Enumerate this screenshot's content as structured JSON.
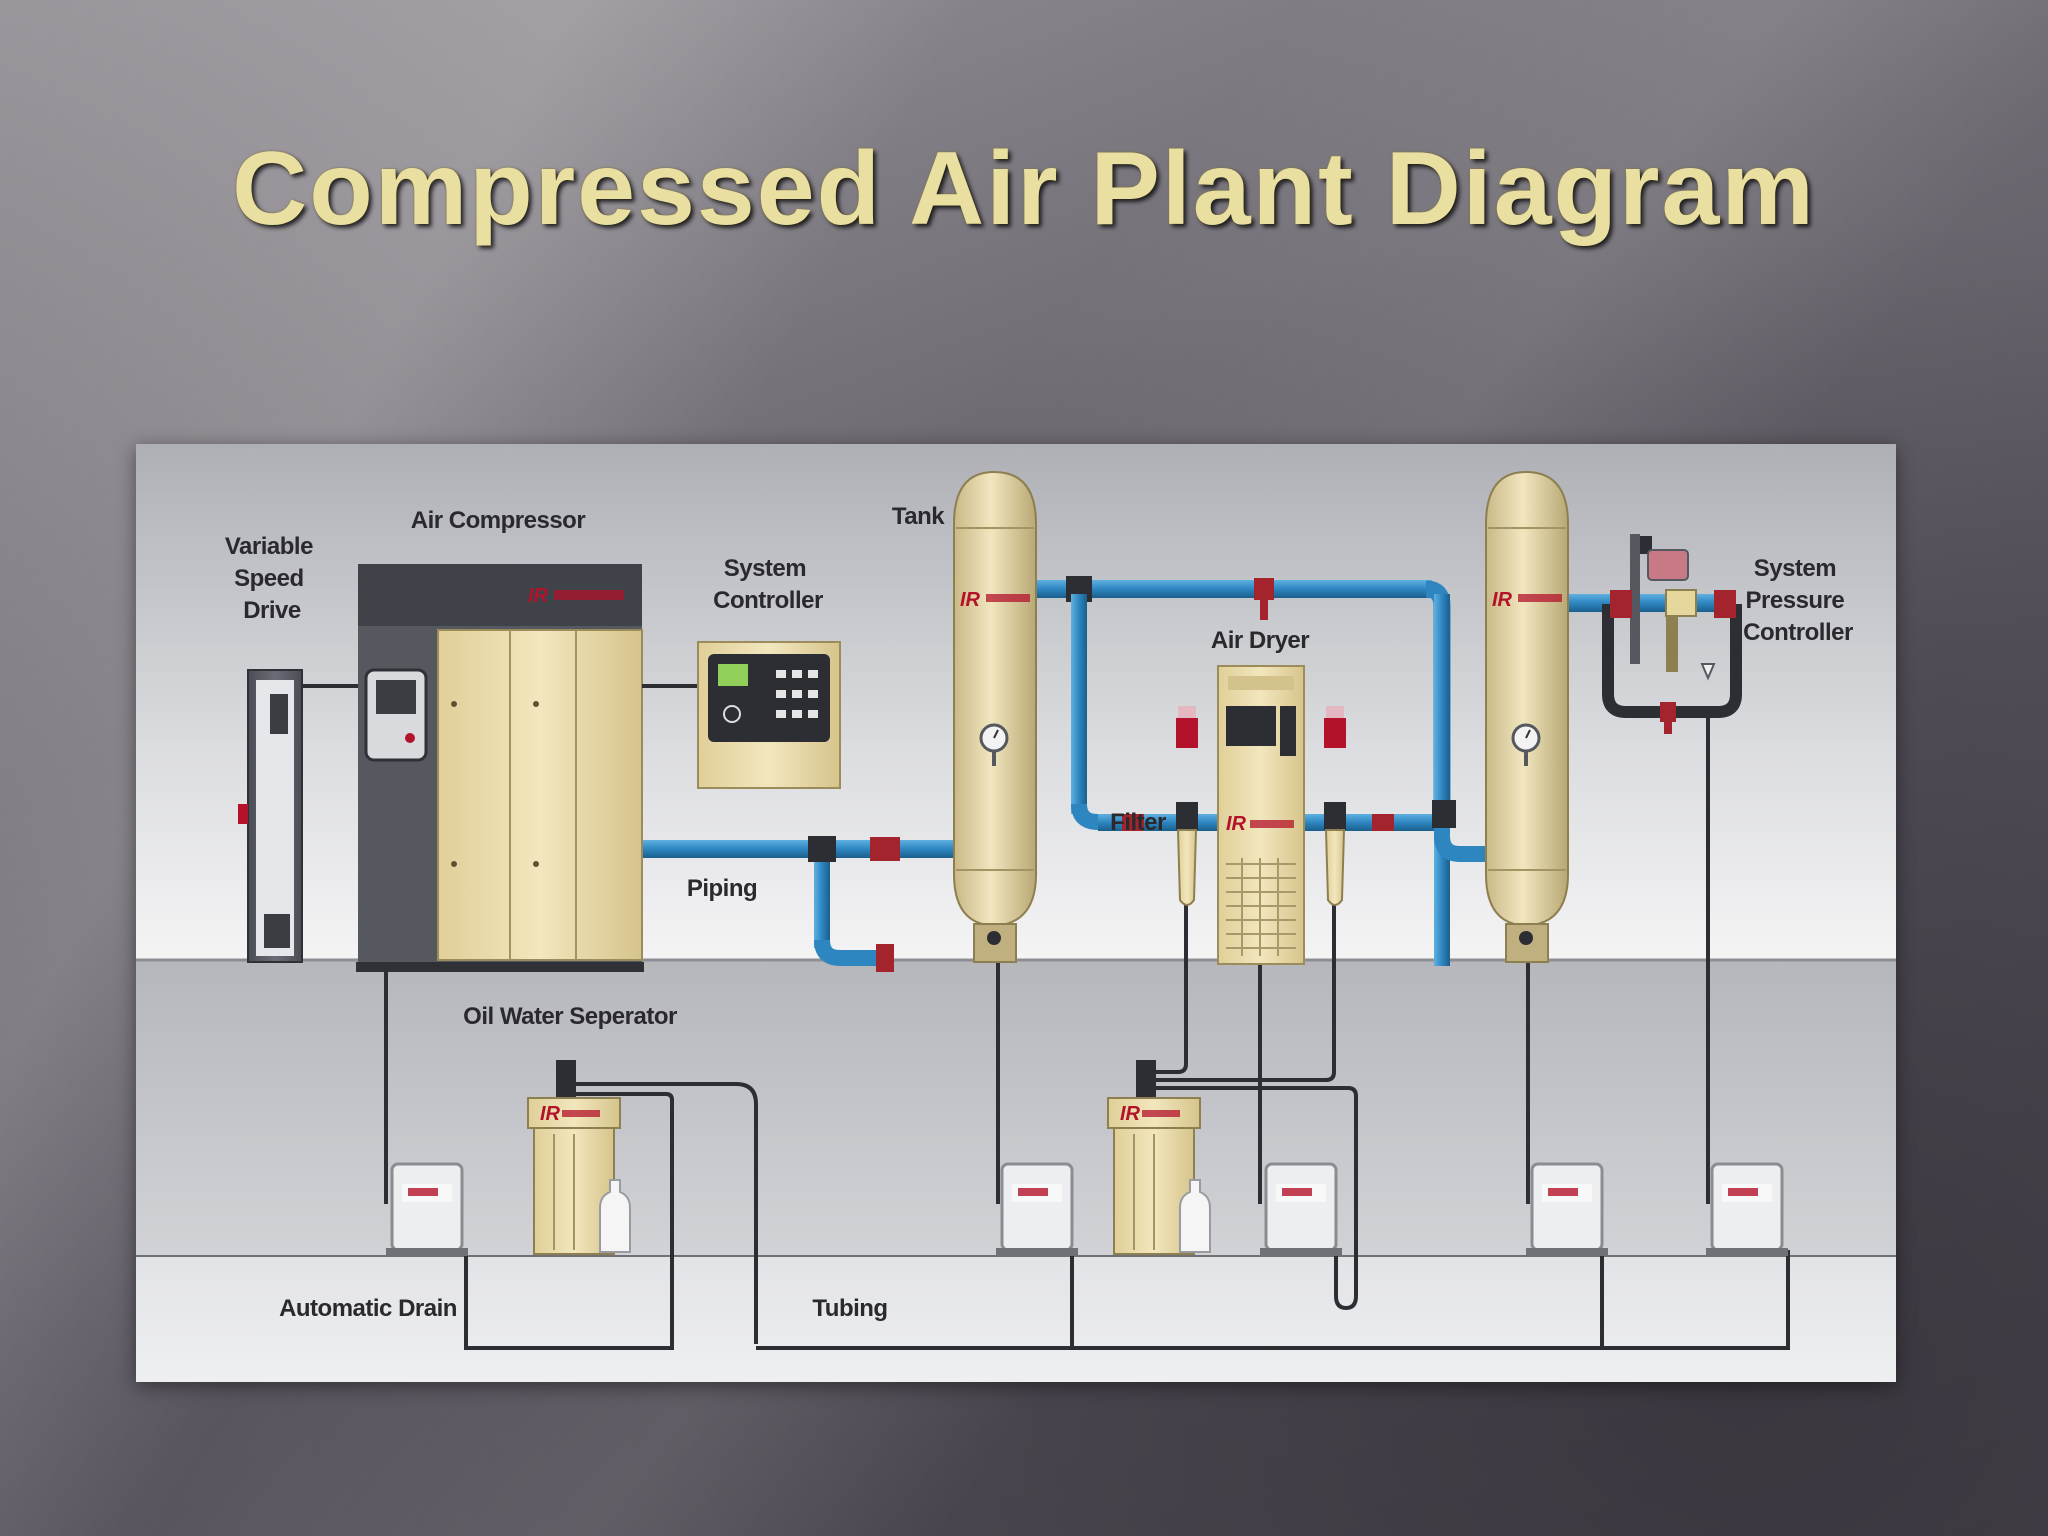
{
  "slide": {
    "title": "Compressed Air Plant Diagram"
  },
  "diagram": {
    "labels": {
      "variable_speed_drive": [
        "Variable",
        "Speed",
        "Drive"
      ],
      "air_compressor": "Air Compressor",
      "system_controller": [
        "System",
        "Controller"
      ],
      "tank": "Tank",
      "air_dryer": "Air Dryer",
      "filter": "Filter",
      "piping": "Piping",
      "system_pressure_controller": [
        "System",
        "Pressure",
        "Controller"
      ],
      "oil_water_separator": "Oil Water Seperator",
      "automatic_drain": "Automatic Drain",
      "tubing": "Tubing"
    },
    "colors": {
      "pipe_blue": "#2e86c1",
      "pipe_red": "#a3242c",
      "equipment_cream": "#eadbaa",
      "housing_gray": "#5b5e66",
      "tubing_dark": "#2c2e33",
      "title_gold": "#e9dfa0"
    }
  }
}
